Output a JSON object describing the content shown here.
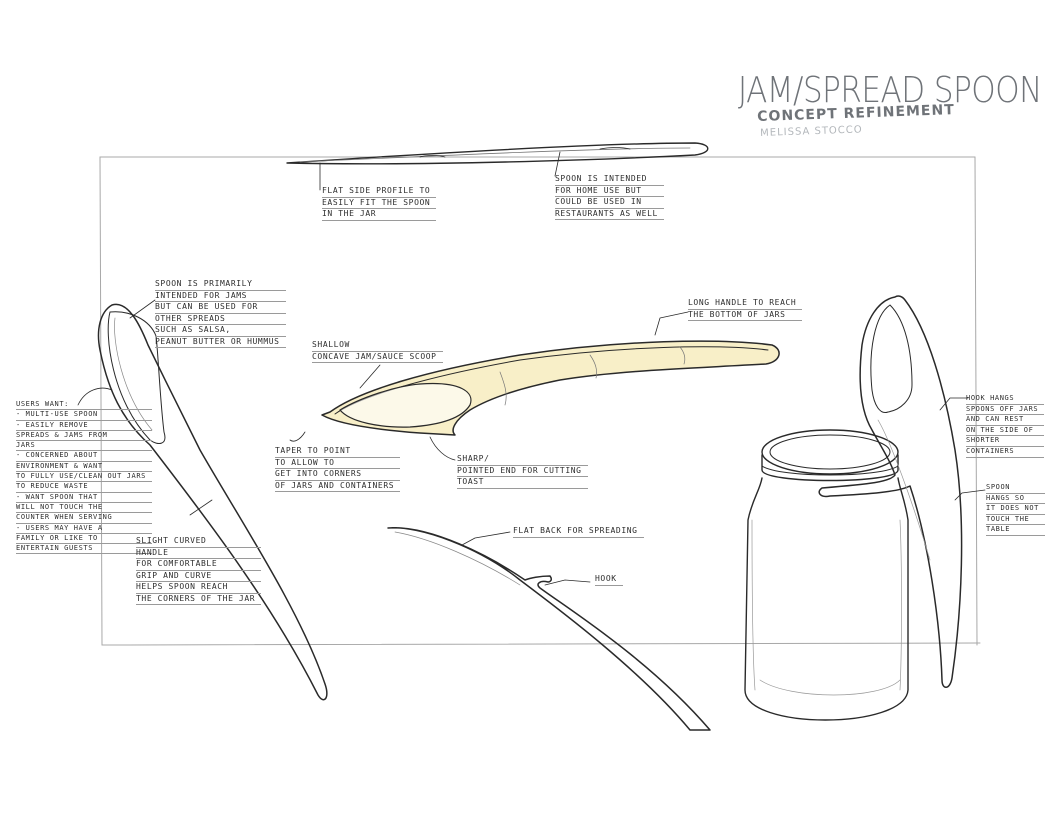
{
  "header": {
    "title": "JAM/SPREAD SPOON",
    "subtitle": "CONCEPT REFINEMENT",
    "author": "MELISSA STOCCO"
  },
  "colors": {
    "line": "#2a2a2a",
    "light_line": "#8a8a8a",
    "accent_yellow": "#f3e29a",
    "title_gray": "#6f7378"
  },
  "notes": {
    "flat_side": [
      "FLAT SIDE PROFILE TO",
      "EASILY FIT THE SPOON",
      "IN THE JAR"
    ],
    "home_use": [
      "SPOON IS INTENDED",
      "FOR HOME USE BUT",
      "COULD BE USED IN",
      "RESTAURANTS AS WELL"
    ],
    "primarily": [
      "SPOON IS PRIMARILY",
      "INTENDED FOR JAMS",
      "BUT CAN BE USED FOR",
      "OTHER SPREADS",
      "SUCH AS SALSA,",
      "PEANUT BUTTER OR HUMMUS"
    ],
    "users_want": [
      "USERS WANT:",
      "- MULTI-USE SPOON",
      "- EASILY REMOVE",
      "  SPREADS & JAMS FROM",
      "  JARS",
      "- CONCERNED ABOUT",
      "  ENVIRONMENT & WANT",
      "  TO FULLY USE/CLEAN OUT JARS",
      "  TO REDUCE WASTE",
      "- WANT SPOON THAT",
      "  WILL NOT TOUCH THE",
      "  COUNTER WHEN SERVING",
      "- USERS MAY HAVE A",
      "  FAMILY OR LIKE TO",
      "  ENTERTAIN GUESTS"
    ],
    "slight_curved": [
      "SLIGHT CURVED",
      "HANDLE",
      "FOR COMFORTABLE",
      "GRIP AND CURVE",
      "HELPS SPOON REACH",
      "THE CORNERS OF THE JAR"
    ],
    "shallow": [
      "SHALLOW",
      "CONCAVE JAM/SAUCE SCOOP"
    ],
    "long_handle": [
      "LONG HANDLE TO REACH",
      "THE BOTTOM OF JARS"
    ],
    "taper": [
      "TAPER TO POINT",
      "TO ALLOW TO",
      "GET INTO CORNERS",
      "OF JARS AND CONTAINERS"
    ],
    "sharp": [
      "SHARP/",
      "POINTED END FOR CUTTING",
      "TOAST"
    ],
    "flat_back": [
      "FLAT BACK FOR SPREADING"
    ],
    "hook": [
      "HOOK"
    ],
    "hook_hangs": [
      "HOOK HANGS",
      "SPOONS OFF JARS",
      "AND CAN REST",
      "ON THE SIDE OF",
      "SHORTER",
      "CONTAINERS"
    ],
    "spoon_hangs": [
      "SPOON",
      "HANGS SO",
      "IT DOES NOT",
      "TOUCH THE",
      "TABLE"
    ]
  }
}
